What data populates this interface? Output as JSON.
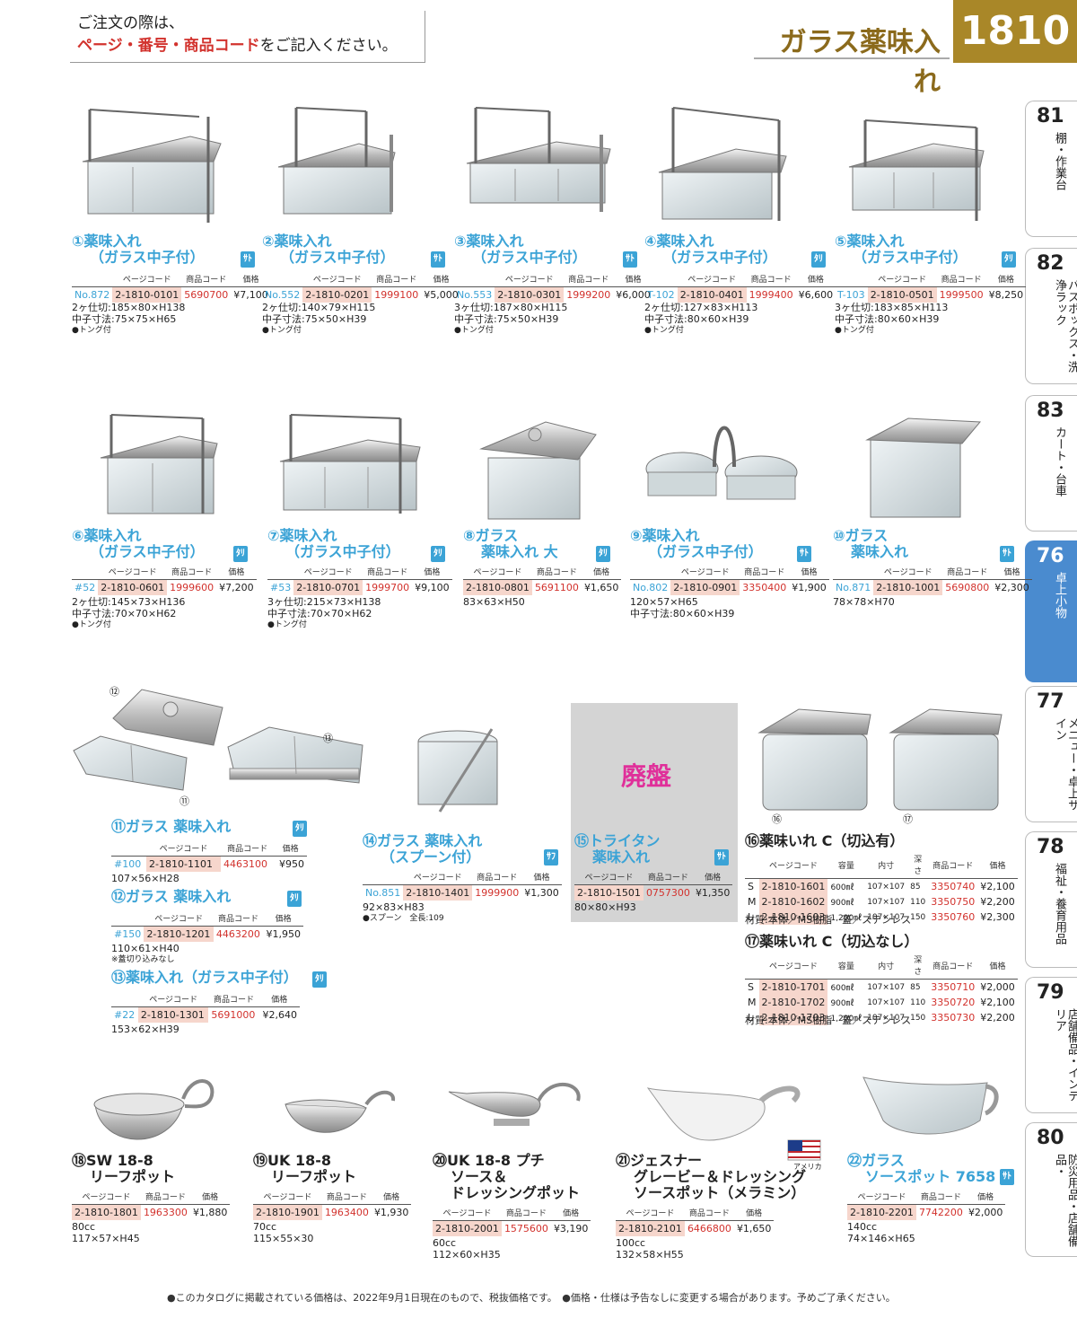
{
  "header": {
    "notice_line1": "ご注文の際は、",
    "notice_line2_red": "ページ・番号・商品コード",
    "notice_line2_rest": "をご記入ください。",
    "category": "ガラス薬味入れ",
    "page_number": "1810"
  },
  "tabs": [
    {
      "num": "81",
      "label": "棚・作業台"
    },
    {
      "num": "82",
      "label": "バスボックス・洗浄ラック"
    },
    {
      "num": "83",
      "label": "カート・台車"
    },
    {
      "num": "76",
      "label": "卓上小物"
    },
    {
      "num": "77",
      "label": "メニュー・卓上サイン"
    },
    {
      "num": "78",
      "label": "福祉・養育用品"
    },
    {
      "num": "79",
      "label": "店舗備品・インテリア"
    },
    {
      "num": "80",
      "label": "防災用品・店舗備品・"
    }
  ],
  "table_headers": {
    "page_code": "ページコード",
    "product_code": "商品コード",
    "price": "価格",
    "capacity": "容量",
    "inner": "内寸",
    "depth": "深さ"
  },
  "items": [
    {
      "no": "①",
      "title1": "薬味入れ",
      "title2": "（ガラス中子付）",
      "badge": "ｻﾄ",
      "old": "No.872",
      "page": "2-1810-0101",
      "code": "5690700",
      "price": "¥7,100",
      "spec1": "2ヶ仕切:185×80×H138",
      "spec2": "中子寸法:75×75×H65",
      "spec3": "●トング付"
    },
    {
      "no": "②",
      "title1": "薬味入れ",
      "title2": "（ガラス中子付）",
      "badge": "ｻﾄ",
      "old": "No.552",
      "page": "2-1810-0201",
      "code": "1999100",
      "price": "¥5,000",
      "spec1": "2ヶ仕切:140×79×H115",
      "spec2": "中子寸法:75×50×H39",
      "spec3": "●トング付"
    },
    {
      "no": "③",
      "title1": "薬味入れ",
      "title2": "（ガラス中子付）",
      "badge": "ｻﾄ",
      "old": "No.553",
      "page": "2-1810-0301",
      "code": "1999200",
      "price": "¥6,000",
      "spec1": "3ヶ仕切:187×80×H115",
      "spec2": "中子寸法:75×50×H39",
      "spec3": "●トング付"
    },
    {
      "no": "④",
      "title1": "薬味入れ",
      "title2": "（ガラス中子付）",
      "badge": "ﾀﾘ",
      "old": "T-102",
      "page": "2-1810-0401",
      "code": "1999400",
      "price": "¥6,600",
      "spec1": "2ヶ仕切:127×83×H113",
      "spec2": "中子寸法:80×60×H39",
      "spec3": "●トング付"
    },
    {
      "no": "⑤",
      "title1": "薬味入れ",
      "title2": "（ガラス中子付）",
      "badge": "ﾀﾘ",
      "old": "T-103",
      "page": "2-1810-0501",
      "code": "1999500",
      "price": "¥8,250",
      "spec1": "3ヶ仕切:183×85×H113",
      "spec2": "中子寸法:80×60×H39",
      "spec3": "●トング付"
    },
    {
      "no": "⑥",
      "title1": "薬味入れ",
      "title2": "（ガラス中子付）",
      "badge": "ﾀﾘ",
      "old": "#52",
      "page": "2-1810-0601",
      "code": "1999600",
      "price": "¥7,200",
      "spec1": "2ヶ仕切:145×73×H136",
      "spec2": "中子寸法:70×70×H62",
      "spec3": "●トング付"
    },
    {
      "no": "⑦",
      "title1": "薬味入れ",
      "title2": "（ガラス中子付）",
      "badge": "ﾀﾘ",
      "old": "#53",
      "page": "2-1810-0701",
      "code": "1999700",
      "price": "¥9,100",
      "spec1": "3ヶ仕切:215×73×H138",
      "spec2": "中子寸法:70×70×H62",
      "spec3": "●トング付"
    },
    {
      "no": "⑧",
      "title1": "ガラス",
      "title2": "薬味入れ 大",
      "badge": "ﾀﾘ",
      "old": "",
      "page": "2-1810-0801",
      "code": "5691100",
      "price": "¥1,650",
      "spec1": "83×63×H50",
      "spec2": "",
      "spec3": ""
    },
    {
      "no": "⑨",
      "title1": "薬味入れ",
      "title2": "（ガラス中子付）",
      "badge": "ｻﾄ",
      "old": "No.802",
      "page": "2-1810-0901",
      "code": "3350400",
      "price": "¥1,900",
      "spec1": "120×57×H65",
      "spec2": "中子寸法:80×60×H39",
      "spec3": ""
    },
    {
      "no": "⑩",
      "title1": "ガラス",
      "title2": "薬味入れ",
      "badge": "ｻﾄ",
      "old": "No.871",
      "page": "2-1810-1001",
      "code": "5690800",
      "price": "¥2,300",
      "spec1": "78×78×H70",
      "spec2": "",
      "spec3": ""
    },
    {
      "no": "⑪",
      "title1": "ガラス 薬味入れ",
      "title2": "",
      "badge": "ﾀﾘ",
      "old": "#100",
      "page": "2-1810-1101",
      "code": "4463100",
      "price": "¥950",
      "spec1": "107×56×H28",
      "spec2": "",
      "spec3": ""
    },
    {
      "no": "⑫",
      "title1": "ガラス 薬味入れ",
      "title2": "",
      "badge": "ﾀﾘ",
      "old": "#150",
      "page": "2-1810-1201",
      "code": "4463200",
      "price": "¥1,950",
      "spec1": "110×61×H40",
      "spec2": "※蓋切り込みなし",
      "spec3": ""
    },
    {
      "no": "⑬",
      "title1": "薬味入れ（ガラス中子付）",
      "title2": "",
      "badge": "ﾀﾘ",
      "old": "#22",
      "page": "2-1810-1301",
      "code": "5691000",
      "price": "¥2,640",
      "spec1": "153×62×H39",
      "spec2": "",
      "spec3": ""
    },
    {
      "no": "⑭",
      "title1": "ガラス 薬味入れ",
      "title2": "（スプーン付）",
      "badge": "ｻﾌ",
      "old": "No.851",
      "page": "2-1810-1401",
      "code": "1999900",
      "price": "¥1,300",
      "spec1": "92×83×H83",
      "spec2": "●スプーン　全長:109",
      "spec3": ""
    },
    {
      "no": "⑮",
      "title1": "トライタン",
      "title2": "薬味入れ",
      "badge": "ｻﾄ",
      "old": "",
      "page": "2-1810-1501",
      "code": "0757300",
      "price": "¥1,350",
      "spec1": "80×80×H93",
      "spec2": "",
      "spec3": ""
    },
    {
      "no": "⑱",
      "title1": "SW 18-8",
      "title2": "リーフポット",
      "badge": "",
      "old": "",
      "page": "2-1810-1801",
      "code": "1963300",
      "price": "¥1,880",
      "spec1": "80cc",
      "spec2": "117×57×H45",
      "spec3": ""
    },
    {
      "no": "⑲",
      "title1": "UK 18-8",
      "title2": "リーフポット",
      "badge": "",
      "old": "",
      "page": "2-1810-1901",
      "code": "1963400",
      "price": "¥1,930",
      "spec1": "70cc",
      "spec2": "115×55×30",
      "spec3": ""
    },
    {
      "no": "⑳",
      "title1": "UK 18-8 プチ",
      "title2": "ソース＆",
      "title3": "ドレッシングポット",
      "badge": "",
      "old": "",
      "page": "2-1810-2001",
      "code": "1575600",
      "price": "¥3,190",
      "spec1": "60cc",
      "spec2": "112×60×H35",
      "spec3": ""
    },
    {
      "no": "㉑",
      "title1": "ジェスナー",
      "title2": "グレービー＆ドレッシング",
      "title3": "ソースポット（メラミン）",
      "badge": "",
      "old": "",
      "page": "2-1810-2101",
      "code": "6466800",
      "price": "¥1,650",
      "spec1": "100cc",
      "spec2": "132×58×H55",
      "spec3": ""
    },
    {
      "no": "㉒",
      "title1": "ガラス",
      "title2": "ソースポット 7658",
      "badge": "ｻﾄ",
      "old": "",
      "page": "2-1810-2201",
      "code": "7742200",
      "price": "¥2,000",
      "spec1": "140cc",
      "spec2": "74×146×H65",
      "spec3": ""
    }
  ],
  "item16": {
    "title": "⑯薬味いれ C（切込有）",
    "rows": [
      {
        "size": "S",
        "page": "2-1810-1601",
        "cap": "600㎖",
        "inner": "107×107",
        "depth": "85",
        "code": "3350740",
        "price": "¥2,100"
      },
      {
        "size": "M",
        "page": "2-1810-1602",
        "cap": "900㎖",
        "inner": "107×107",
        "depth": "110",
        "code": "3350750",
        "price": "¥2,200"
      },
      {
        "size": "L",
        "page": "2-1810-1603",
        "cap": "1,200㎖",
        "inner": "107×107",
        "depth": "150",
        "code": "3350760",
        "price": "¥2,300"
      }
    ],
    "material": "材質:本体／MS樹脂　蓋／ステンレス"
  },
  "item17": {
    "title": "⑰薬味いれ C（切込なし）",
    "rows": [
      {
        "size": "S",
        "page": "2-1810-1701",
        "cap": "600㎖",
        "inner": "107×107",
        "depth": "85",
        "code": "3350710",
        "price": "¥2,000"
      },
      {
        "size": "M",
        "page": "2-1810-1702",
        "cap": "900㎖",
        "inner": "107×107",
        "depth": "110",
        "code": "3350720",
        "price": "¥2,100"
      },
      {
        "size": "L",
        "page": "2-1810-1703",
        "cap": "1,200㎖",
        "inner": "107×107",
        "depth": "150",
        "code": "3350730",
        "price": "¥2,200"
      }
    ],
    "material": "材質:本体／MS樹脂　蓋／ステンレス"
  },
  "photo_labels": {
    "l12": "⑫",
    "l13": "⑬",
    "l11": "⑪",
    "l16": "⑯",
    "l17": "⑰",
    "usa": "アメリカ"
  },
  "discontinued": "廃盤",
  "footer": "●このカタログに掲載されている価格は、2022年9月1日現在のもので、税抜価格です。　●価格・仕様は予告なしに変更する場合があります。予めご了承ください。"
}
